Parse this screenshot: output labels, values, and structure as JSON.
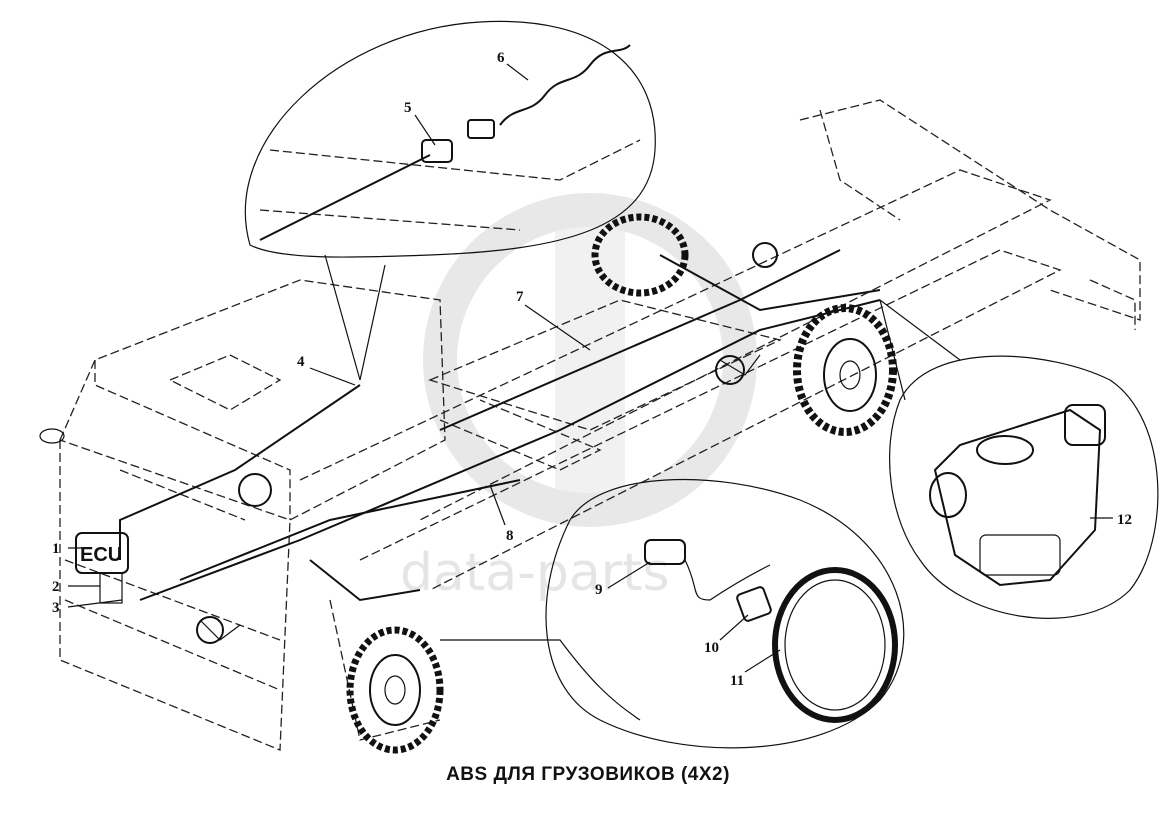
{
  "title": "ABS ДЛЯ ГРУЗОВИКОВ (4X2)",
  "ecu_label": "ECU",
  "watermark_text": "data-parts",
  "callouts": [
    "1",
    "2",
    "3",
    "4",
    "5",
    "6",
    "7",
    "8",
    "9",
    "10",
    "11",
    "12"
  ],
  "colors": {
    "line": "#111111",
    "background": "#ffffff",
    "watermark": "#d0d0d0"
  }
}
